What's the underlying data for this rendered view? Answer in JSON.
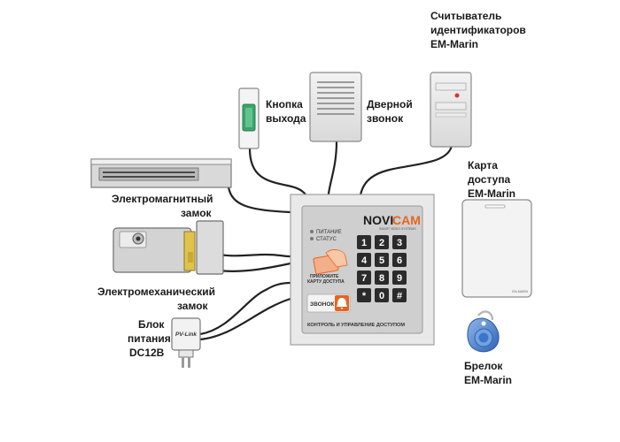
{
  "labels": {
    "reader": [
      "Считыватель",
      "идентификаторов",
      "EM-Marin"
    ],
    "exit_button": [
      "Кнопка",
      "выхода"
    ],
    "doorbell": [
      "Дверной",
      "звонок"
    ],
    "em_lock": [
      "Электромагнитный",
      "замок"
    ],
    "mech_lock": [
      "Электромеханический",
      "замок"
    ],
    "psu": [
      "Блок",
      "питания",
      "DC12B"
    ],
    "card": [
      "Карта",
      "доступа",
      "EM-Marin"
    ],
    "fob": [
      "Брелок",
      "EM-Marin"
    ]
  },
  "controller": {
    "brand_left": "NOVI",
    "brand_right": "CAM",
    "brand_tagline": "SMART VIDEO SYSTEMS",
    "led_power": "ПИТАНИЕ",
    "led_status": "СТАТУС",
    "tap_line1": "ПРИЛОЖИТЕ",
    "tap_line2": "КАРТУ ДОСТУПА",
    "bell_label": "ЗВОНОК",
    "footer": "КОНТРОЛЬ И УПРАВЛЕНИЕ ДОСТУПОМ",
    "keys": [
      "1",
      "2",
      "3",
      "4",
      "5",
      "6",
      "7",
      "8",
      "9",
      "*",
      "0",
      "#"
    ]
  },
  "psu_brand": "PV-Link",
  "card_code": "EM-MARIN",
  "colors": {
    "accent": "#e8641e",
    "wire": "#222222",
    "device_fill": "#e6e6e6",
    "device_stroke": "#8a8a8a",
    "key_fill": "#2b2b2b",
    "key_text": "#ffffff",
    "button_green": "#3aa56b",
    "fob_blue": "#3a77c9"
  }
}
